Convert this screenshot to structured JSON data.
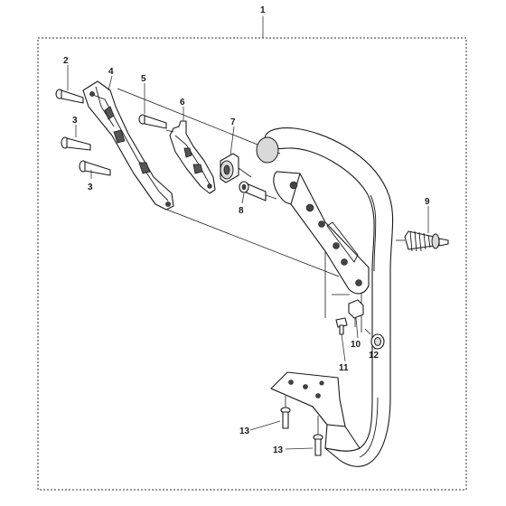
{
  "diagram": {
    "callouts": [
      "1",
      "2",
      "3",
      "3",
      "4",
      "5",
      "6",
      "7",
      "8",
      "9",
      "10",
      "11",
      "12",
      "13",
      "13"
    ]
  }
}
